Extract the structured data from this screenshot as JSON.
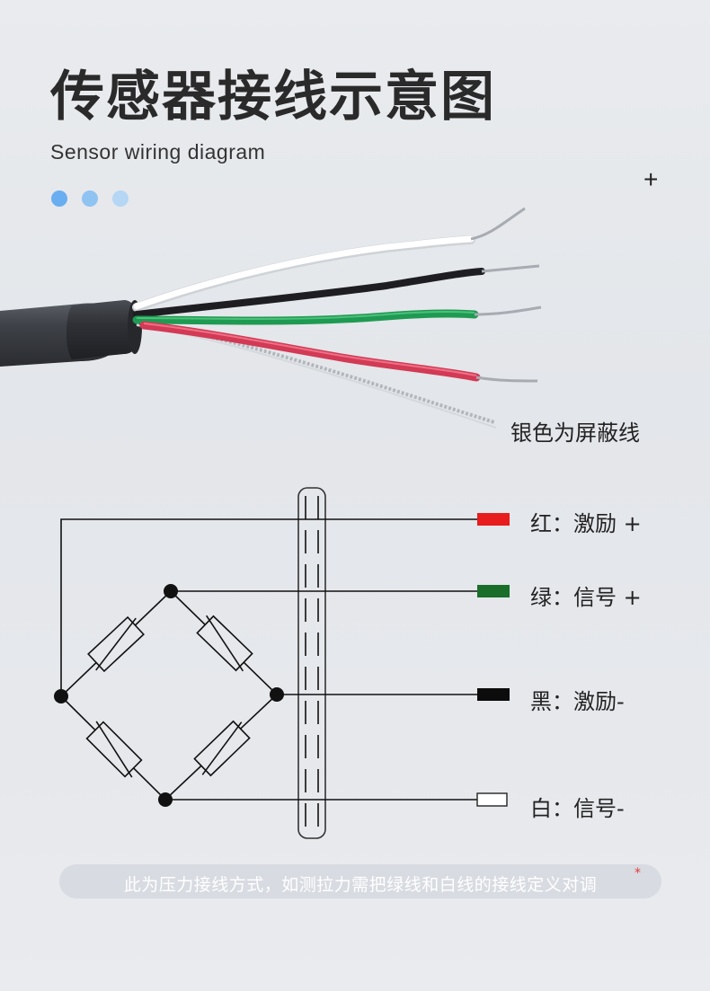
{
  "header": {
    "title": "传感器接线示意图",
    "subtitle": "Sensor wiring diagram"
  },
  "dots": [
    "#69aef0",
    "#8fc3f2",
    "#b5d6f4"
  ],
  "cable": {
    "plus_mark": "+",
    "shield_label": "银色为屏蔽线",
    "wire_colors": {
      "white": "#ffffff",
      "black": "#1e1e22",
      "green": "#1f9a52",
      "red": "#d23a55",
      "jacket": "#3a3d42"
    }
  },
  "legend": [
    {
      "label": "红：激励 +",
      "color": "#e81c1c"
    },
    {
      "label": "绿：信号 +",
      "color": "#1a6e2a"
    },
    {
      "label": "黑：激励-",
      "color": "#0c0c0c"
    },
    {
      "label": "白：信号-",
      "color": "#ffffff"
    }
  ],
  "note": {
    "text": "此为压力接线方式，如测拉力需把绿线和白线的接线定义对调",
    "star": "*"
  }
}
